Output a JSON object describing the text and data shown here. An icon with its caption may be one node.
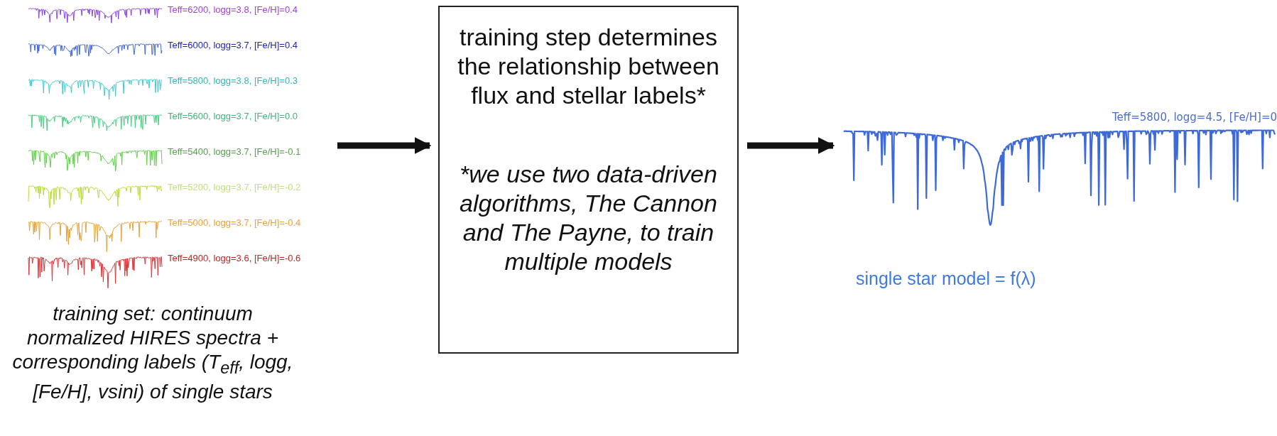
{
  "diagram": {
    "nodes": [
      {
        "text": [
          "Teff=6200, logg=3.8, [Fe/H]=0.4",
          "Teff=6000, logg=3.7, [Fe/H]=0.4",
          "Teff=5800, logg=3.8, [Fe/H]=0.3",
          "Teff=5600, logg=3.7, [Fe/H]=0.0",
          "Teff=5400, logg=3.7, [Fe/H]=-0.1",
          "Teff=5200, logg=3.7, [Fe/H]=-0.2",
          "Teff=5000, logg=3.7, [Fe/H]=-0.4",
          "Teff=4900, logg=3.6, [Fe/H]=-0.6",
          "training set: continuum normalized HIRES spectra + corresponding labels (T$_{eff}$, logg, [Fe/H], vsini) of single stars"
        ]
      },
      {
        "text": [
          "training step determines the relationship between flux and stellar labels*",
          "*we use two  data-driven algorithms, The Cannon and The Payne, to train multiple models"
        ]
      },
      {
        "text": [
          "Teff=5800, logg=4.5, [Fe/H]=0",
          "single star model = f(λ)"
        ]
      }
    ],
    "edges": [
      {
        "from": 0,
        "to": 1,
        "arrow": "to"
      },
      {
        "from": 1,
        "to": 2,
        "arrow": "to"
      }
    ]
  }
}
